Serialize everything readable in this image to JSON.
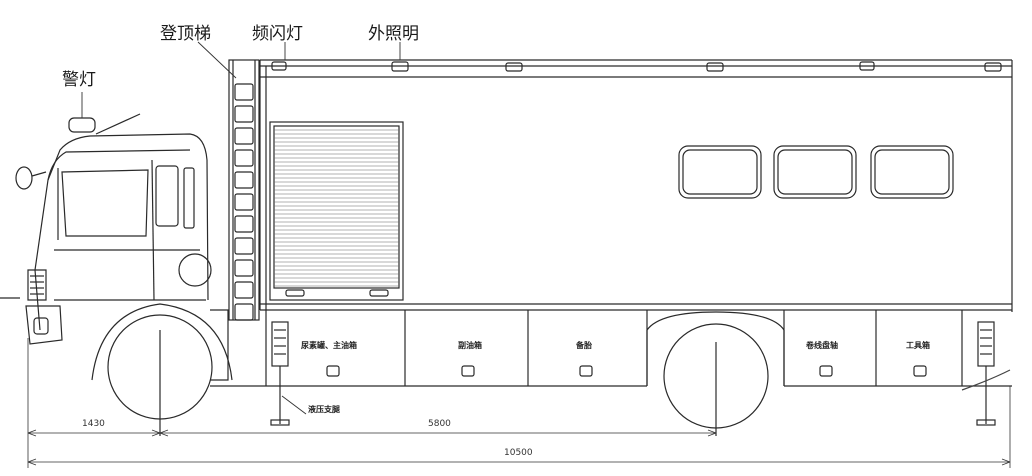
{
  "callouts": {
    "ladder": "登顶梯",
    "strobe": "频闪灯",
    "floodlight": "外照明",
    "warning_light": "警灯",
    "hydraulic_leg": "液压支腿"
  },
  "compartments": {
    "c1": "尿素罐、主油箱",
    "c2": "副油箱",
    "c3": "备胎",
    "c4": "卷线盘轴",
    "c5": "工具箱"
  },
  "dimensions": {
    "front_overhang": "1430",
    "wheelbase": "5800",
    "overall_length": "10500"
  }
}
